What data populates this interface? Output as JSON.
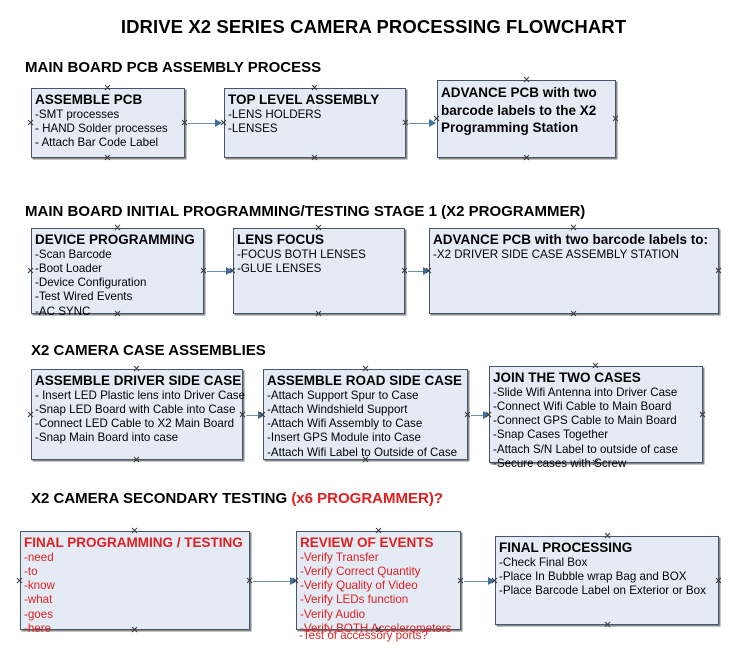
{
  "title": "IDRIVE X2  SERIES CAMERA PROCESSING FLOWCHART",
  "sections": [
    {
      "heading": "MAIN BOARD PCB ASSEMBLY PROCESS",
      "accent": ""
    },
    {
      "heading": "MAIN BOARD INITIAL PROGRAMMING/TESTING STAGE 1 (X2 PROGRAMMER)",
      "accent": ""
    },
    {
      "heading": "X2 CAMERA CASE ASSEMBLIES",
      "accent": ""
    },
    {
      "heading": "X2 CAMERA SECONDARY TESTING ",
      "accent": "(x6 PROGRAMMER)?"
    }
  ],
  "nodes": {
    "assemble_pcb": {
      "header": "ASSEMBLE PCB",
      "lines": [
        " -SMT processes",
        "- HAND Solder processes",
        "- Attach Bar Code Label"
      ]
    },
    "top_level_assembly": {
      "header": "TOP LEVEL ASSEMBLY",
      "lines": [
        "-LENS HOLDERS",
        "-LENSES"
      ]
    },
    "advance_pcb_1": {
      "header": "ADVANCE PCB with two barcode labels to the  X2 Programming Station",
      "lines": []
    },
    "device_programming": {
      "header": "DEVICE PROGRAMMING",
      "lines": [
        "-Scan Barcode",
        "-Boot Loader",
        "-Device Configuration",
        "-Test Wired Events",
        "-AC SYNC"
      ]
    },
    "lens_focus": {
      "header": "LENS FOCUS",
      "lines": [
        "-FOCUS BOTH LENSES",
        "-GLUE LENSES"
      ]
    },
    "advance_pcb_2": {
      "header": "ADVANCE PCB with two barcode labels to:",
      "lines": [
        "-X2 DRIVER  SIDE  CASE  ASSEMBLY STATION"
      ]
    },
    "driver_side_case": {
      "header": "ASSEMBLE DRIVER SIDE CASE",
      "lines": [
        "- Insert LED Plastic lens into Driver Case",
        "-Snap LED Board with Cable into Case",
        "-Connect LED Cable to X2 Main Board",
        "-Snap Main Board into case"
      ]
    },
    "road_side_case": {
      "header": "ASSEMBLE ROAD SIDE CASE",
      "lines": [
        "-Attach Support Spur to Case",
        "-Attach Windshield Support",
        "-Attach Wifi Assembly to Case",
        "-Insert GPS Module into Case",
        "-Attach Wifi Label to Outside of Case"
      ]
    },
    "join_two_cases": {
      "header": "JOIN THE TWO CASES",
      "lines": [
        "-Slide Wifi Antenna into Driver Case",
        "-Connect Wifi Cable to Main Board",
        "-Connect GPS Cable to Main Board",
        "-Snap Cases Together",
        "-Attach S/N Label to outside of case",
        "-Secure cases with Screw"
      ]
    },
    "final_programming": {
      "header": "FINAL PROGRAMMING / TESTING",
      "lines": [
        "-need",
        "-to",
        "-know",
        "-what",
        "-goes",
        "-here"
      ]
    },
    "review_of_events": {
      "header": "REVIEW OF EVENTS",
      "lines": [
        "-Verify Transfer",
        "-Verify Correct Quantity",
        "-Verify Quality of Video",
        "-Verify LEDs function",
        "-Verify Audio",
        "-Verify BOTH Accelerometers"
      ],
      "overflow_line": "-Test of accessory ports?"
    },
    "final_processing": {
      "header": "FINAL PROCESSING",
      "lines": [
        " -Check Final Box",
        "-Place In Bubble wrap Bag and BOX",
        "-Place Barcode Label on Exterior or Box"
      ]
    }
  },
  "colors": {
    "node_fill": "#e4ebf5",
    "node_border": "#46566b",
    "connector": "#6f8eab",
    "arrow": "#3f6f9e",
    "accent_red": "#e02020",
    "text": "#000000"
  }
}
